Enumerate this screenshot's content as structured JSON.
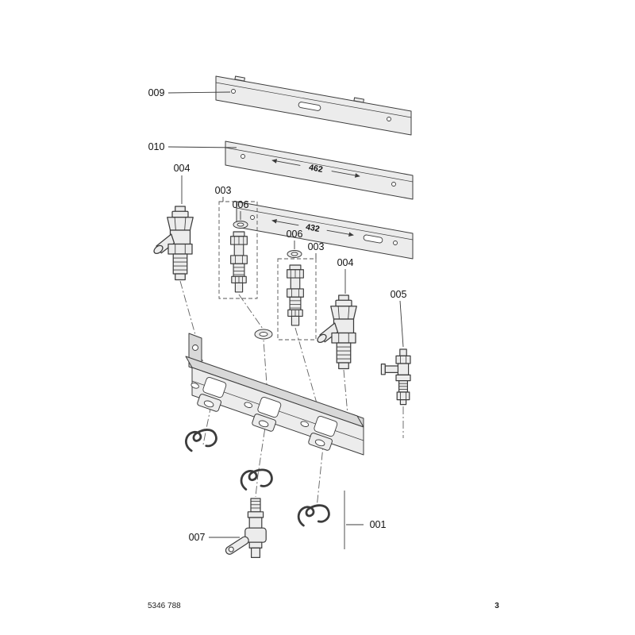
{
  "document": {
    "number": "5346 788",
    "page_number": "3"
  },
  "colors": {
    "line": "#3c3c3c",
    "metal_light": "#ececec",
    "metal_mid": "#d8d8d8",
    "background": "#ffffff"
  },
  "dimensions": {
    "rail_010": "462",
    "rail_lower": "432"
  },
  "callouts": {
    "rail_top": "009",
    "rail_middle": "010",
    "valve_left": "004",
    "union_left": "003",
    "gasket_left": "006",
    "gasket_right": "006",
    "union_right": "003",
    "valve_right": "004",
    "vent_valve": "005",
    "drain_valve": "007",
    "clip_set": "001"
  }
}
